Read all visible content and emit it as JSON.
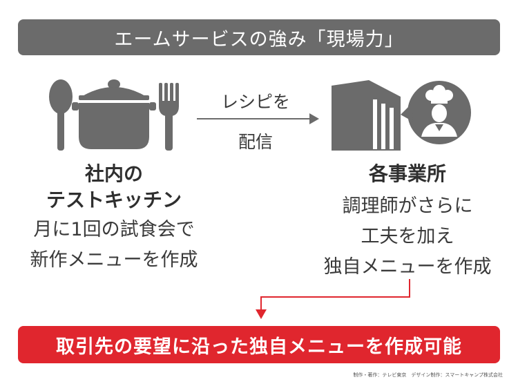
{
  "header": {
    "title": "エームサービスの強み「現場力」"
  },
  "left": {
    "heading_line1": "社内の",
    "heading_line2": "テストキッチン",
    "desc_line1": "月に1回の試食会で",
    "desc_line2": "新作メニューを作成"
  },
  "arrow": {
    "label_top": "レシピを",
    "label_bottom": "配信"
  },
  "right": {
    "heading": "各事業所",
    "desc_line1": "調理師がさらに",
    "desc_line2": "工夫を加え",
    "desc_line3": "独自メニューを作成"
  },
  "footer": {
    "banner": "取引先の要望に沿った独自メニューを作成可能",
    "credit": "制作・著作：テレビ東京　デザイン制作：スマートキャンプ株式会社"
  },
  "colors": {
    "icon_gray": "#6b6b6b",
    "accent_red": "#e0262e"
  }
}
